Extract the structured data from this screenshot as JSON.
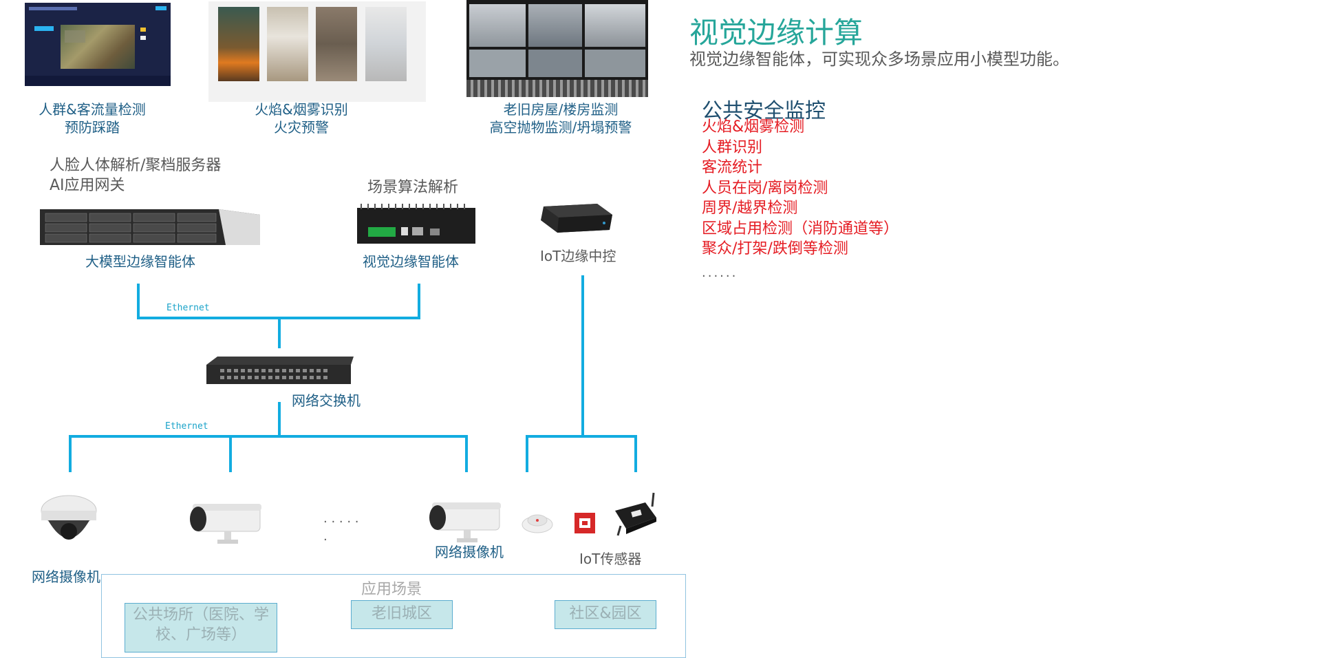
{
  "photos": {
    "crowd": {
      "caption_line1": "人群&客流量检测",
      "caption_line2": "预防踩踏"
    },
    "fire": {
      "caption_line1": "火焰&烟雾识别",
      "caption_line2": "火灾预警"
    },
    "building": {
      "caption_line1": "老旧房屋/楼房监测",
      "caption_line2": "高空抛物监测/坍塌预警"
    }
  },
  "devices": {
    "server_label_line1": "人脸人体解析/聚档服务器",
    "server_label_line2": "AI应用网关",
    "server_name": "大模型边缘智能体",
    "edge_label": "场景算法解析",
    "edge_name": "视觉边缘智能体",
    "iot_hub_name": "IoT边缘中控",
    "switch_name": "网络交换机",
    "ethernet_top": "Ethernet",
    "ethernet_bottom": "Ethernet",
    "camera_label_left": "网络摄像机",
    "camera_label_right": "网络摄像机",
    "camera_dots": "· · · · ·",
    "camera_dot": "·",
    "sensor_label": "IoT传感器"
  },
  "scenarios": {
    "title": "应用场景",
    "chip1": "公共场所（医院、学校、广场等）",
    "chip2": "老旧城区",
    "chip3": "社区&园区"
  },
  "right_panel": {
    "title": "视觉边缘计算",
    "subtitle": "视觉边缘智能体，可实现众多场景应用小模型功能。",
    "section": "公共安全监控",
    "items": [
      "火焰&烟雾检测",
      "人群识别",
      "客流统计",
      "人员在岗/离岗检测",
      "周界/越界检测",
      "区域占用检测（消防通道等）",
      "聚众/打架/跌倒等检测"
    ],
    "more": "......"
  },
  "colors": {
    "connector": "#12ace0",
    "title": "#26a69a",
    "heading": "#1f4f6f",
    "list_red": "#e51c23",
    "chip_fill": "#c6e7ea"
  }
}
